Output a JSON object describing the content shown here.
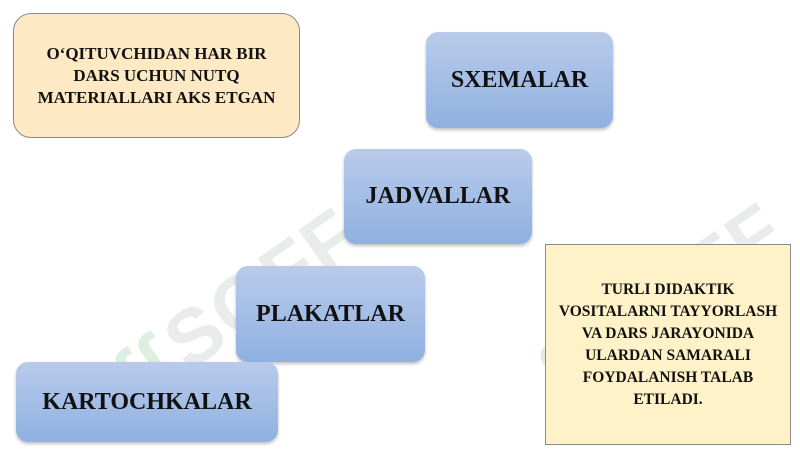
{
  "watermark": {
    "text": "SOFF",
    "logo_icon": "soff-logo-icon"
  },
  "notes": {
    "teacher_note": "O‘QITUVCHIDAN HAR BIR DARS UCHUN NUTQ MATERIALLARI AKS ETGAN",
    "requirement_note": "TURLI DIDAKTIK VOSITALARNI TAYYORLASH VA DARS JARAYONIDA ULARDAN SAMARALI FOYDALANISH TALAB ETILADI."
  },
  "steps": [
    "SXEMALAR",
    "JADVALLAR",
    "PLAKATLAR",
    "KARTOCHKALAR"
  ],
  "colors": {
    "step_fill_top": "#b9cbeb",
    "step_fill_bottom": "#8fb0e0",
    "teacher_note_fill": "#fde9c4",
    "requirement_note_fill": "#fff2c9"
  }
}
